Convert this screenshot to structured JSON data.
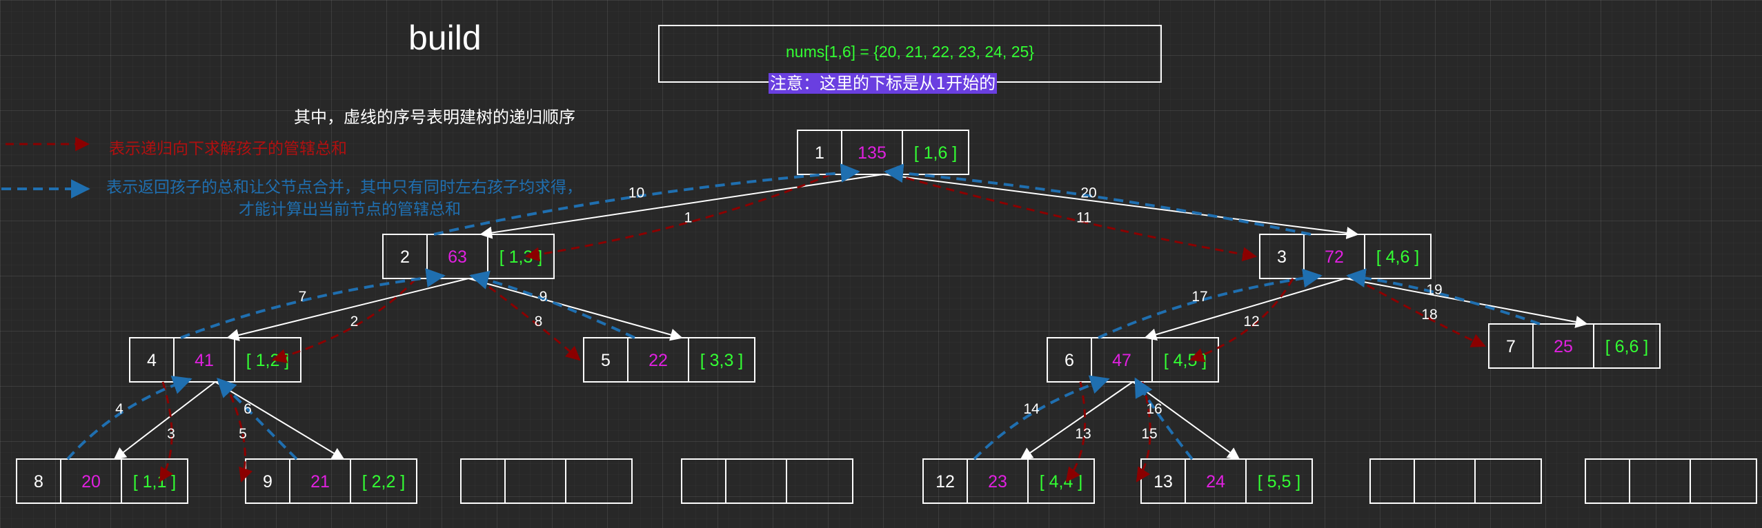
{
  "title": "build",
  "info": {
    "nums": "nums[1,6] = {20, 21, 22, 23, 24, 25}",
    "note": "注意：这里的下标是从1开始的"
  },
  "legend": {
    "heading": "其中，虚线的序号表明建树的递归顺序",
    "red_desc": "表示递归向下求解孩子的管辖总和",
    "blue_desc_line1": "表示返回孩子的总和让父节点合并，其中只有同时左右孩子均求得，",
    "blue_desc_line2": "才能计算出当前节点的管辖总和"
  },
  "colors": {
    "background": "#282828",
    "index_text": "#ffffff",
    "sum_text": "#e020e0",
    "range_text": "#33ff33",
    "down_arrow": "#8b0000",
    "up_arrow": "#1f6fb0",
    "note_highlight": "#6a3fe0"
  },
  "nodes": [
    {
      "id": 1,
      "index": "1",
      "sum": "135",
      "range": "[ 1,6 ]"
    },
    {
      "id": 2,
      "index": "2",
      "sum": "63",
      "range": "[ 1,3 ]"
    },
    {
      "id": 3,
      "index": "3",
      "sum": "72",
      "range": "[ 4,6 ]"
    },
    {
      "id": 4,
      "index": "4",
      "sum": "41",
      "range": "[ 1,2 ]"
    },
    {
      "id": 5,
      "index": "5",
      "sum": "22",
      "range": "[ 3,3 ]"
    },
    {
      "id": 6,
      "index": "6",
      "sum": "47",
      "range": "[ 4,5 ]"
    },
    {
      "id": 7,
      "index": "7",
      "sum": "25",
      "range": "[ 6,6 ]"
    },
    {
      "id": 8,
      "index": "8",
      "sum": "20",
      "range": "[ 1,1 ]"
    },
    {
      "id": 9,
      "index": "9",
      "sum": "21",
      "range": "[ 2,2 ]"
    },
    {
      "id": 10,
      "index": "",
      "sum": "",
      "range": ""
    },
    {
      "id": 11,
      "index": "",
      "sum": "",
      "range": ""
    },
    {
      "id": 12,
      "index": "12",
      "sum": "23",
      "range": "[ 4,4 ]"
    },
    {
      "id": 13,
      "index": "13",
      "sum": "24",
      "range": "[ 5,5 ]"
    },
    {
      "id": 14,
      "index": "",
      "sum": "",
      "range": ""
    },
    {
      "id": 15,
      "index": "",
      "sum": "",
      "range": ""
    }
  ],
  "tree_edges": [
    [
      1,
      2
    ],
    [
      1,
      3
    ],
    [
      2,
      4
    ],
    [
      2,
      5
    ],
    [
      3,
      6
    ],
    [
      3,
      7
    ],
    [
      4,
      8
    ],
    [
      4,
      9
    ],
    [
      6,
      12
    ],
    [
      6,
      13
    ]
  ],
  "recursion_steps": [
    {
      "step": "1",
      "kind": "down",
      "from": 1,
      "to": 2
    },
    {
      "step": "2",
      "kind": "down",
      "from": 2,
      "to": 4
    },
    {
      "step": "3",
      "kind": "down",
      "from": 4,
      "to": 8
    },
    {
      "step": "4",
      "kind": "up",
      "from": 8,
      "to": 4
    },
    {
      "step": "5",
      "kind": "down",
      "from": 4,
      "to": 9
    },
    {
      "step": "6",
      "kind": "up",
      "from": 9,
      "to": 4
    },
    {
      "step": "7",
      "kind": "up",
      "from": 4,
      "to": 2
    },
    {
      "step": "8",
      "kind": "down",
      "from": 2,
      "to": 5
    },
    {
      "step": "9",
      "kind": "up",
      "from": 5,
      "to": 2
    },
    {
      "step": "10",
      "kind": "up",
      "from": 2,
      "to": 1
    },
    {
      "step": "11",
      "kind": "down",
      "from": 1,
      "to": 3
    },
    {
      "step": "12",
      "kind": "down",
      "from": 3,
      "to": 6
    },
    {
      "step": "13",
      "kind": "down",
      "from": 6,
      "to": 12
    },
    {
      "step": "14",
      "kind": "up",
      "from": 12,
      "to": 6
    },
    {
      "step": "15",
      "kind": "down",
      "from": 6,
      "to": 13
    },
    {
      "step": "16",
      "kind": "up",
      "from": 13,
      "to": 6
    },
    {
      "step": "17",
      "kind": "up",
      "from": 6,
      "to": 3
    },
    {
      "step": "18",
      "kind": "down",
      "from": 3,
      "to": 7
    },
    {
      "step": "19",
      "kind": "up",
      "from": 7,
      "to": 3
    },
    {
      "step": "20",
      "kind": "up",
      "from": 3,
      "to": 1
    }
  ]
}
